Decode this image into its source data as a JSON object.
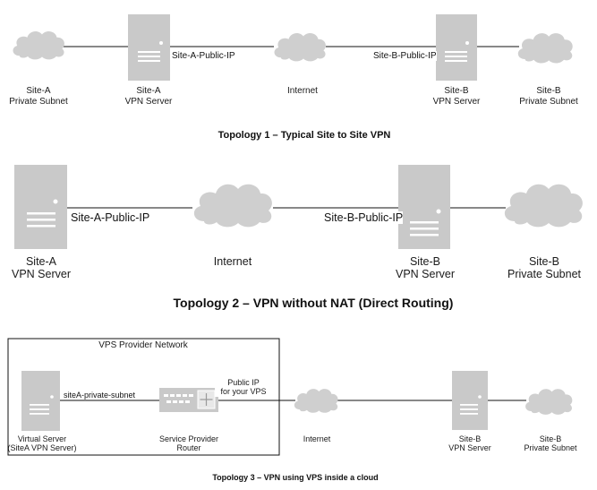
{
  "topology1": {
    "title": "Topology 1 – Typical Site to Site VPN",
    "site_a_subnet": [
      "Site-A",
      "Private Subnet"
    ],
    "site_a_server": [
      "Site-A",
      "VPN Server"
    ],
    "internet": "Internet",
    "site_b_server": [
      "Site-B",
      "VPN Server"
    ],
    "site_b_subnet": [
      "Site-B",
      "Private Subnet"
    ],
    "link_a": "Site-A-Public-IP",
    "link_b": "Site-B-Public-IP"
  },
  "topology2": {
    "title": "Topology 2 – VPN without NAT (Direct Routing)",
    "site_a_server": [
      "Site-A",
      "VPN Server"
    ],
    "internet": "Internet",
    "site_b_server": [
      "Site-B",
      "VPN Server"
    ],
    "site_b_subnet": [
      "Site-B",
      "Private Subnet"
    ],
    "link_a": "Site-A-Public-IP",
    "link_b": "Site-B-Public-IP"
  },
  "topology3": {
    "title": "Topology 3 – VPN using VPS inside a cloud",
    "box_label": "VPS Provider Network",
    "virtual_server": [
      "Virtual Server",
      "(SiteA VPN Server)"
    ],
    "router": [
      "Service Provider",
      "Router"
    ],
    "internet": "Internet",
    "site_b_server": [
      "Site-B",
      "VPN Server"
    ],
    "site_b_subnet": [
      "Site-B",
      "Private Subnet"
    ],
    "link_private": "siteA-private-subnet",
    "public_ip": [
      "Public IP",
      "for your VPS"
    ]
  },
  "colors": {
    "device_fill": "#c9c9c9",
    "cloud_fill": "#cfcfcf",
    "line": "#111111"
  },
  "icons": [
    "cloud-icon",
    "server-icon",
    "router-icon"
  ]
}
